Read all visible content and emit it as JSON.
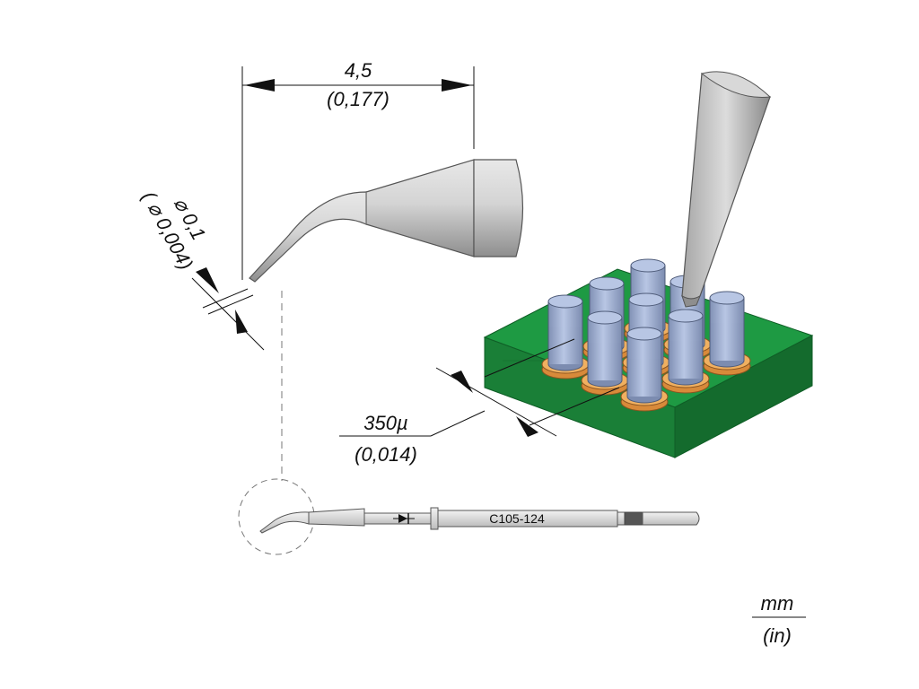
{
  "dimensions": {
    "length_mm": "4,5",
    "length_in": "(0,177)",
    "tip_diameter_mm": "0,1",
    "tip_diameter_in": "0,004)",
    "pitch_mm": "350µ",
    "pitch_in": "(0,014)"
  },
  "tip_model": "C105-124",
  "units": {
    "primary": "mm",
    "secondary": "(in)"
  },
  "colors": {
    "board": "#1f8a3c",
    "pad": "#f0b060",
    "component": "#9fb0d0",
    "metal": "#b8b8b8"
  }
}
